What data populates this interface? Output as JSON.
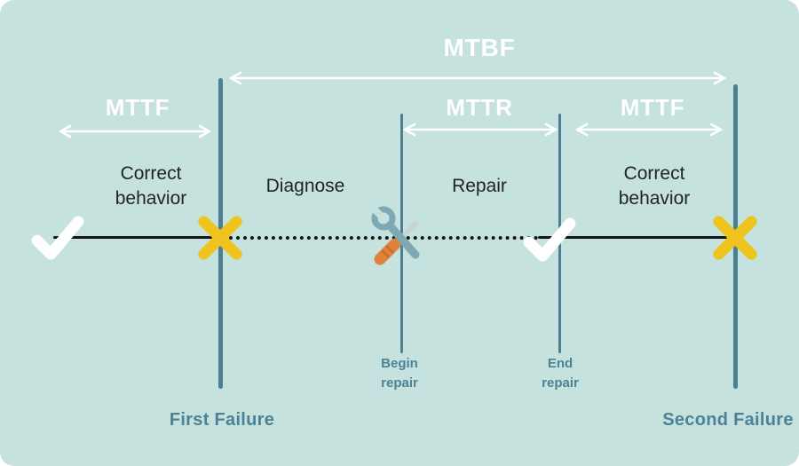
{
  "labels": {
    "mtbf": "MTBF",
    "mttf_left": "MTTF",
    "mttr": "MTTR",
    "mttf_right": "MTTF"
  },
  "phases": {
    "correct_left": [
      "Correct",
      "behavior"
    ],
    "diagnose": "Diagnose",
    "repair": "Repair",
    "correct_right": [
      "Correct",
      "behavior"
    ]
  },
  "markers": {
    "begin_repair": [
      "Begin",
      "repair"
    ],
    "end_repair": [
      "End",
      "repair"
    ],
    "first_failure": "First Failure",
    "second_failure": "Second Failure"
  },
  "icons": {
    "check": "✔",
    "failure_x": "✖",
    "repair_tools": "🔧"
  },
  "colors": {
    "background": "#c5e2df",
    "teal_line": "#4d7f93",
    "teal_text": "#4d8296",
    "yellow": "#f0c41e",
    "ink": "#232323",
    "white": "#ffffff",
    "wrench": "#7ea9b3",
    "screwdriver": "#e0823a"
  }
}
